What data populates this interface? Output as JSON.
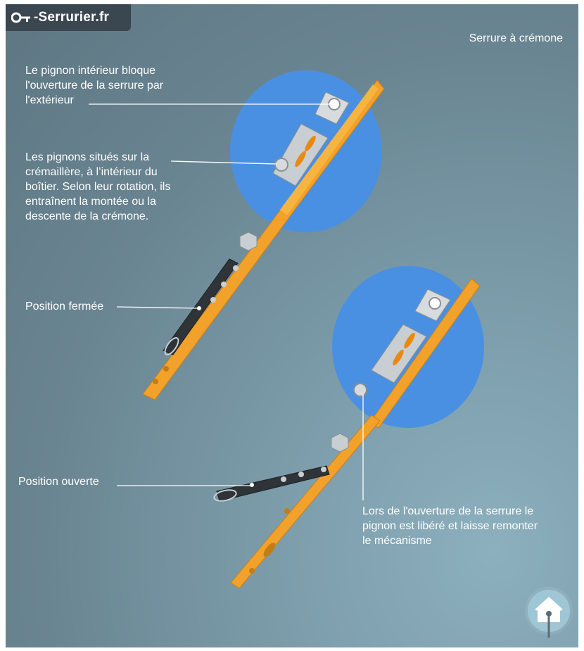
{
  "logo": {
    "text": "-Serrurier.fr",
    "icon": "key-icon"
  },
  "title": "Serrure à crémone",
  "annotations": {
    "pignon_interieur": "Le pignon intérieur bloque l'ouverture de la serrure par l'extérieur",
    "pignons": "Les pignons situés sur la crémaillère, à l’intérieur du boîtier. Selon leur rotation, ils entraînent la montée ou la descente de la crémone.",
    "position_fermee": "Position fermée",
    "position_ouverte": "Position ouverte",
    "ouverture": "Lors de l'ouverture de la serrure le pignon est libéré et laisse remonter le mécanisme"
  },
  "colors": {
    "background": "#6f8a97",
    "blue_circle": "#4a90e2",
    "orange_bar": "#f2a12b",
    "dark_bar": "#2e3438",
    "metal": "#c9ced2",
    "logo_bg": "#3a4650"
  },
  "home_button": {
    "icon": "house-key-icon"
  }
}
